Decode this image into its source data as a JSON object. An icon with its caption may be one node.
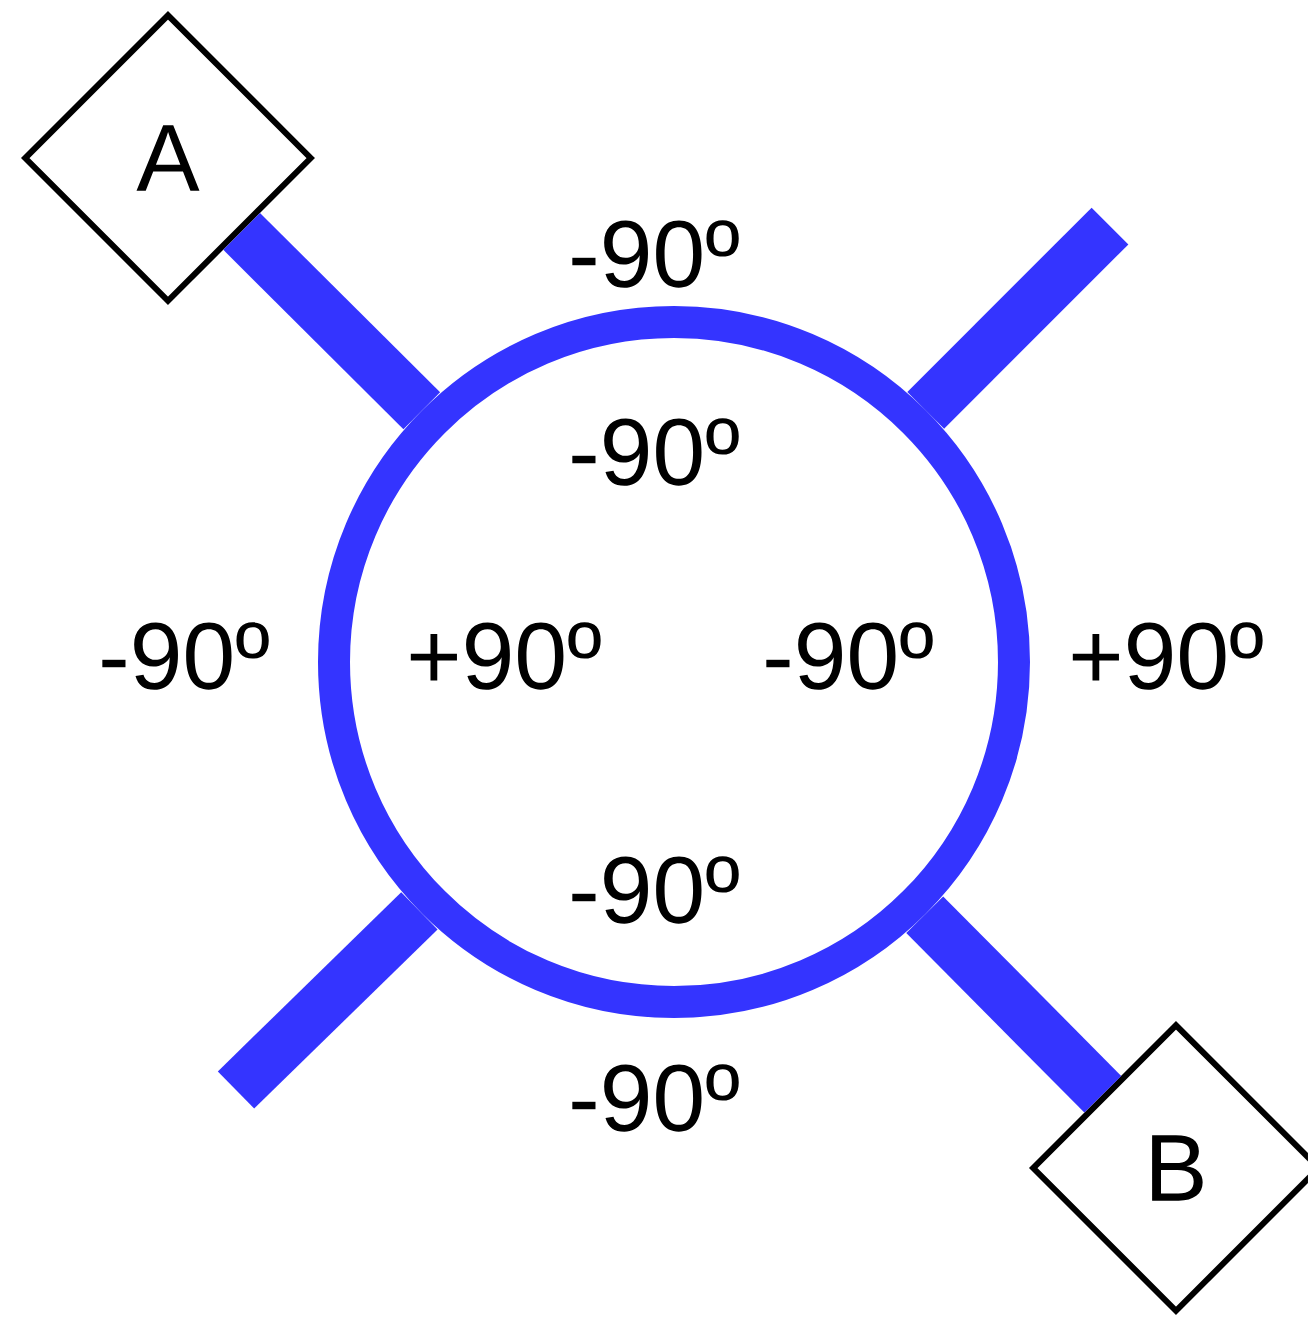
{
  "diagram": {
    "nodes": [
      {
        "text": [
          "A"
        ]
      },
      {
        "text": [
          "B"
        ]
      },
      {
        "text": [],
        "shape": "circle"
      }
    ],
    "edges": [
      {
        "from": 0,
        "to": 2,
        "arrow": "none"
      },
      {
        "from": null,
        "to": 2,
        "arrow": "none"
      },
      {
        "from": null,
        "to": 2,
        "arrow": "none"
      },
      {
        "from": 2,
        "to": 1,
        "arrow": "none"
      }
    ],
    "labels": [
      "-90º",
      "-90º",
      "-90º",
      "+90º",
      "-90º",
      "+90º",
      "-90º",
      "-90º"
    ]
  }
}
